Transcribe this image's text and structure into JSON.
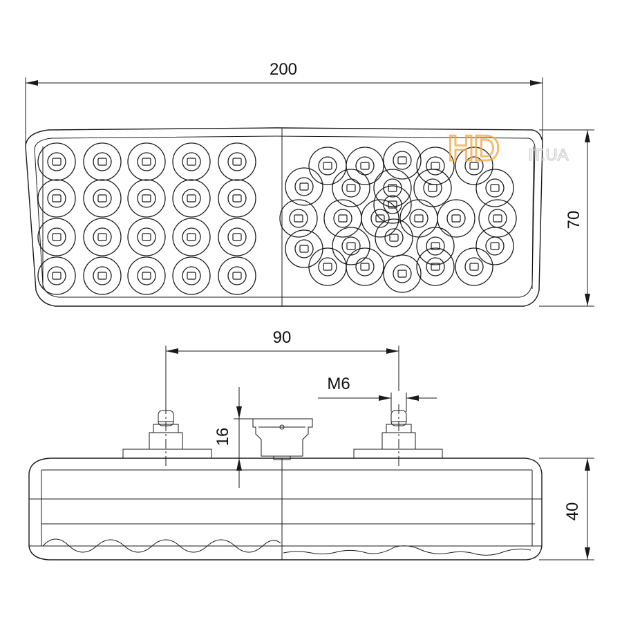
{
  "dimensions": {
    "width": "200",
    "height": "70",
    "bolt_spacing": "90",
    "thread": "M6",
    "connector_height": "16",
    "depth": "40"
  },
  "watermark": {
    "brand": "HD",
    "site": "IT.UA",
    "brand_color": "#f4a53c"
  },
  "front_view": {
    "left_grid": {
      "rows": 4,
      "cols": 5
    },
    "right_cluster_leds": 27
  }
}
